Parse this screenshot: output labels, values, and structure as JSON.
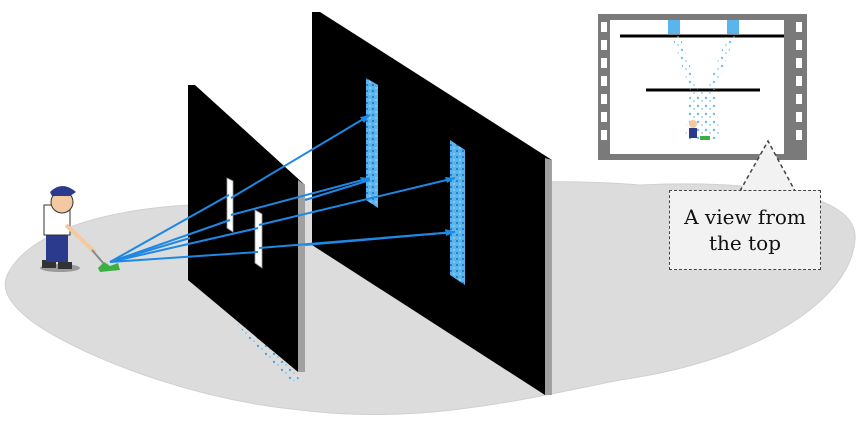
{
  "callout": {
    "line1": "A view from",
    "line2": "the top"
  },
  "colors": {
    "ground": "#dcdcdc",
    "barrier": "#000000",
    "barrier_edge": "#9a9a9a",
    "ball_spray": "#3aa0e0",
    "trajectory": "#1e88e5",
    "grass": "#3cb043"
  },
  "icons": [
    "golfer-figure",
    "film-strip-frame",
    "speech-callout"
  ]
}
